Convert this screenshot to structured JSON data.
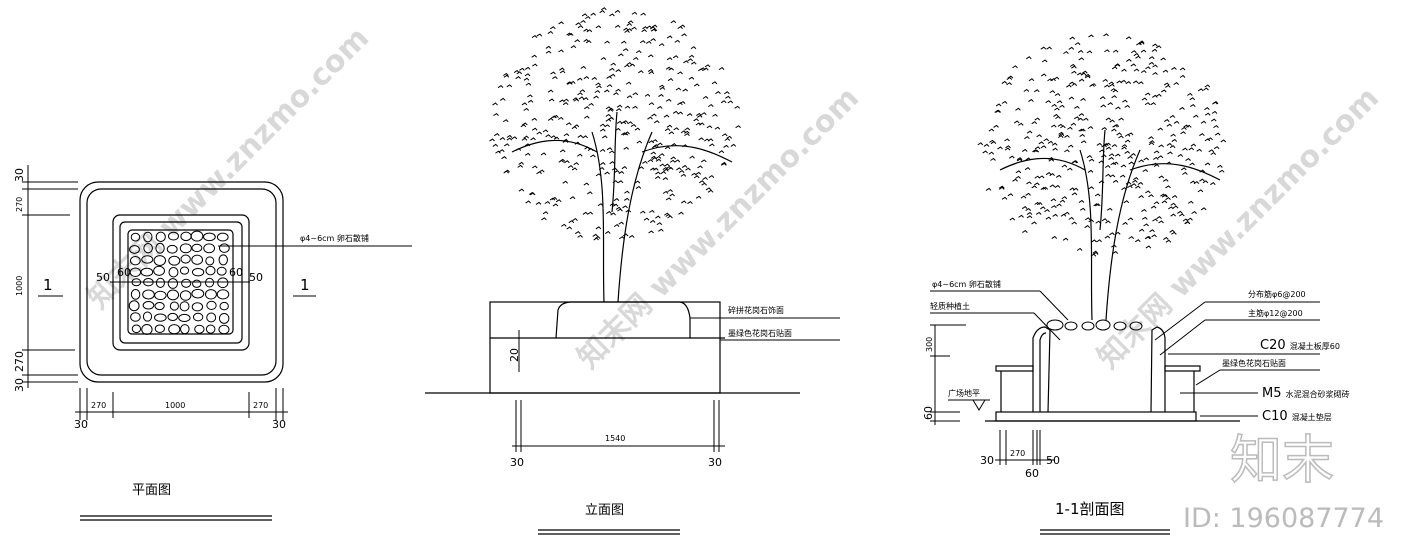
{
  "plan": {
    "title": "平面图",
    "section_marker": "1",
    "pebble_label": "φ4~6cm 卵石散铺",
    "dims_vertical": [
      "30",
      "270",
      "1000",
      "270",
      "30"
    ],
    "dims_horizontal": [
      "30",
      "270",
      "1000",
      "270",
      "30"
    ],
    "dims_inner": [
      "50",
      "60",
      "60",
      "50"
    ]
  },
  "elevation": {
    "title": "立面图",
    "label_top": "碎拼花岗石饰面",
    "label_face": "墨绿色花岗石贴面",
    "dim_height": "20",
    "dim_width": "1540",
    "dim_left": "30",
    "dim_right": "30"
  },
  "section": {
    "title": "1-1剖面图",
    "pebble_label": "φ4~6cm 卵石散铺",
    "soil_label": "轻质种植土",
    "rebar_dist": "分布筋φ6@200",
    "rebar_main": "主筋φ12@200",
    "c20": "C20",
    "c20_text": "混凝土板厚60",
    "granite": "墨绿色花岗石贴面",
    "m5": "M5",
    "m5_text": "水泥混合砂浆砌砖",
    "c10": "C10",
    "c10_text": "混凝土垫层",
    "ground": "广场地平",
    "dim_300": "300",
    "dim_60": "60",
    "dims_bottom": [
      "30",
      "270",
      "50",
      "60"
    ]
  },
  "watermark": {
    "brand": "知末",
    "id": "ID: 196087774",
    "site": "www.znzmo.com",
    "site_cn": "知末网"
  }
}
